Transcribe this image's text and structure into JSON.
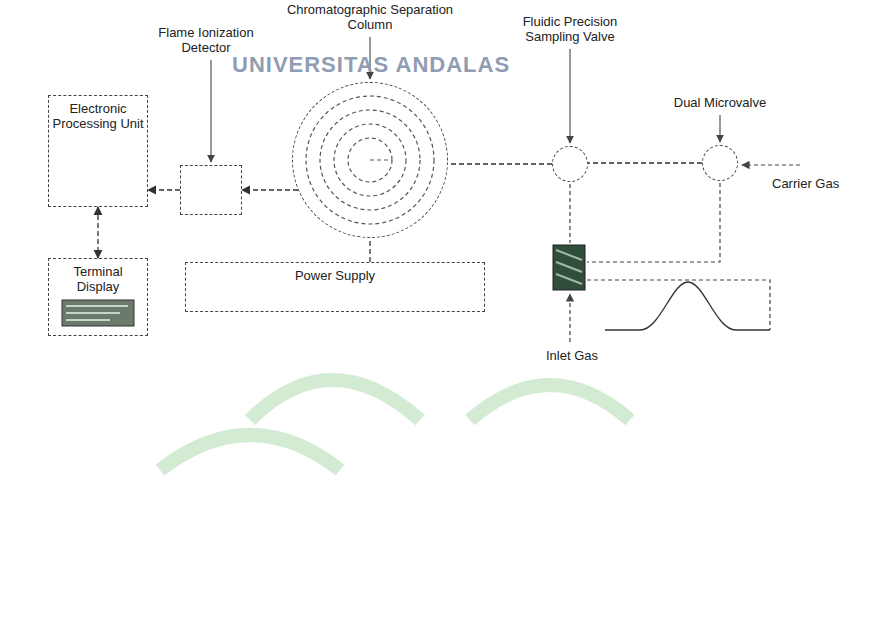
{
  "diagram": {
    "nodes": [
      {
        "text": [
          "Electronic Processing Unit"
        ]
      },
      {
        "text": [
          "Flame Ionization Detector"
        ]
      },
      {
        "text": [
          "Chromatographic Separation Column"
        ]
      },
      {
        "text": [
          "Fluidic Precision Sampling Valve"
        ]
      },
      {
        "text": [
          "Dual Microvalve"
        ]
      },
      {
        "text": [
          "Terminal Display"
        ]
      },
      {
        "text": [
          "Power Supply"
        ]
      }
    ],
    "edges": [
      {
        "from": 4,
        "to": 3,
        "arrow": "none"
      },
      {
        "from": 3,
        "to": 2,
        "arrow": "none"
      },
      {
        "from": 2,
        "to": 1,
        "arrow": "to"
      },
      {
        "from": 1,
        "to": 0,
        "arrow": "to"
      },
      {
        "from": 0,
        "to": 5,
        "arrow": "both"
      },
      {
        "from": 6,
        "to": 2,
        "arrow": "none"
      }
    ],
    "labels": [
      "UNIVERSITAS ANDALAS",
      "Carrier Gas",
      "Inlet Gas"
    ]
  }
}
